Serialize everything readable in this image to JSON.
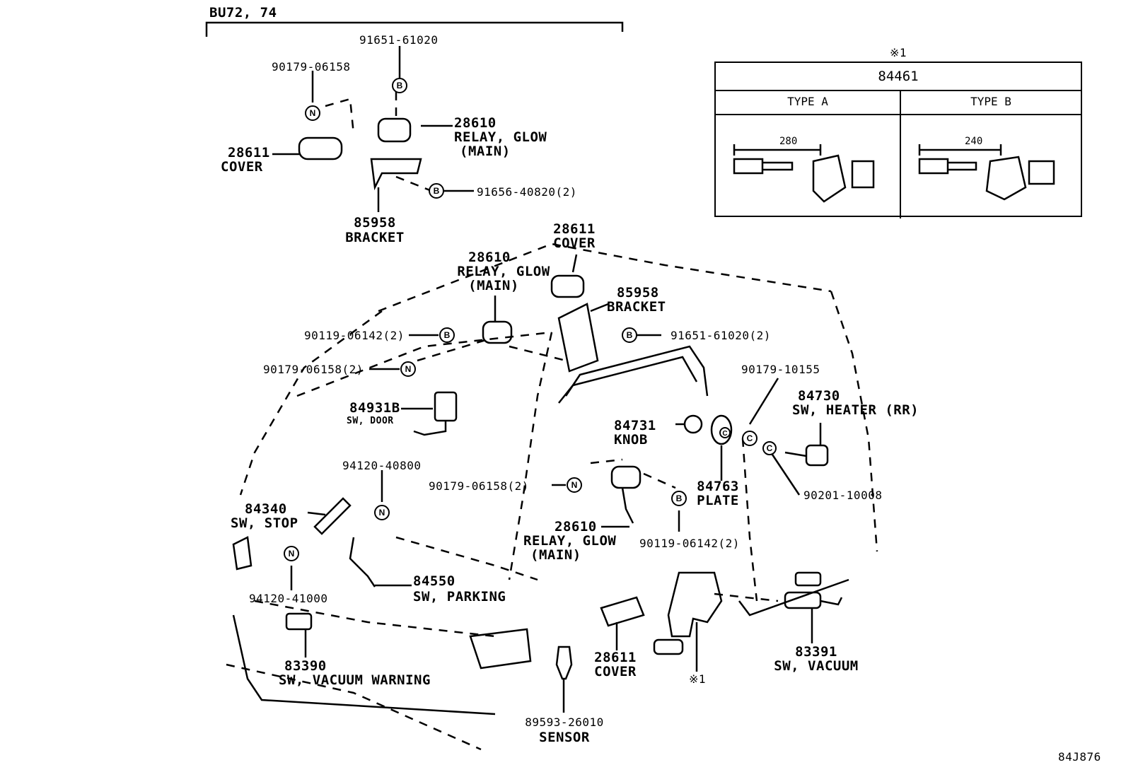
{
  "header": {
    "model": "BU72, 74",
    "figure_code": "84J876"
  },
  "inset": {
    "note_mark": "※1",
    "part_no": "84461",
    "types": [
      {
        "label": "TYPE A",
        "dimension": "280"
      },
      {
        "label": "TYPE B",
        "dimension": "240"
      }
    ]
  },
  "callouts": {
    "c01": "91651-61020",
    "c02": "90179-06158",
    "c03_no": "28610",
    "c03_a": "RELAY, GLOW",
    "c03_b": "(MAIN)",
    "c04_no": "28611",
    "c04_a": "COVER",
    "c05": "91656-40820(2)",
    "c06_no": "85958",
    "c06_a": "BRACKET",
    "c07_no": "28611",
    "c07_a": "COVER",
    "c08_no": "28610",
    "c08_a": "RELAY, GLOW",
    "c08_b": "(MAIN)",
    "c09_no": "85958",
    "c09_a": "BRACKET",
    "c10": "90119-06142(2)",
    "c11": "91651-61020(2)",
    "c12": "90179-06158(2)",
    "c13": "90179-10155",
    "c14_no": "84931B",
    "c14_a": "SW, DOOR",
    "c15_no": "84730",
    "c15_a": "SW, HEATER (RR)",
    "c16_no": "84731",
    "c16_a": "KNOB",
    "c17": "94120-40800",
    "c18": "90179-06158(2)",
    "c19_no": "84763",
    "c19_a": "PLATE",
    "c20": "90201-10008",
    "c21_no": "84340",
    "c21_a": "SW, STOP",
    "c22_no": "28610",
    "c22_a": "RELAY, GLOW",
    "c22_b": "(MAIN)",
    "c23": "90119-06142(2)",
    "c24": "94120-41000",
    "c25_no": "84550",
    "c25_a": "SW, PARKING",
    "c26_no": "83390",
    "c26_a": "SW, VACUUM WARNING",
    "c27_no": "28611",
    "c27_a": "COVER",
    "c28": "※1",
    "c29_no": "83391",
    "c29_a": "SW, VACUUM",
    "c30_no": "89593-26010",
    "c30_a": "SENSOR"
  },
  "fastener_marks": {
    "b": "B",
    "n": "N",
    "c": "C"
  }
}
